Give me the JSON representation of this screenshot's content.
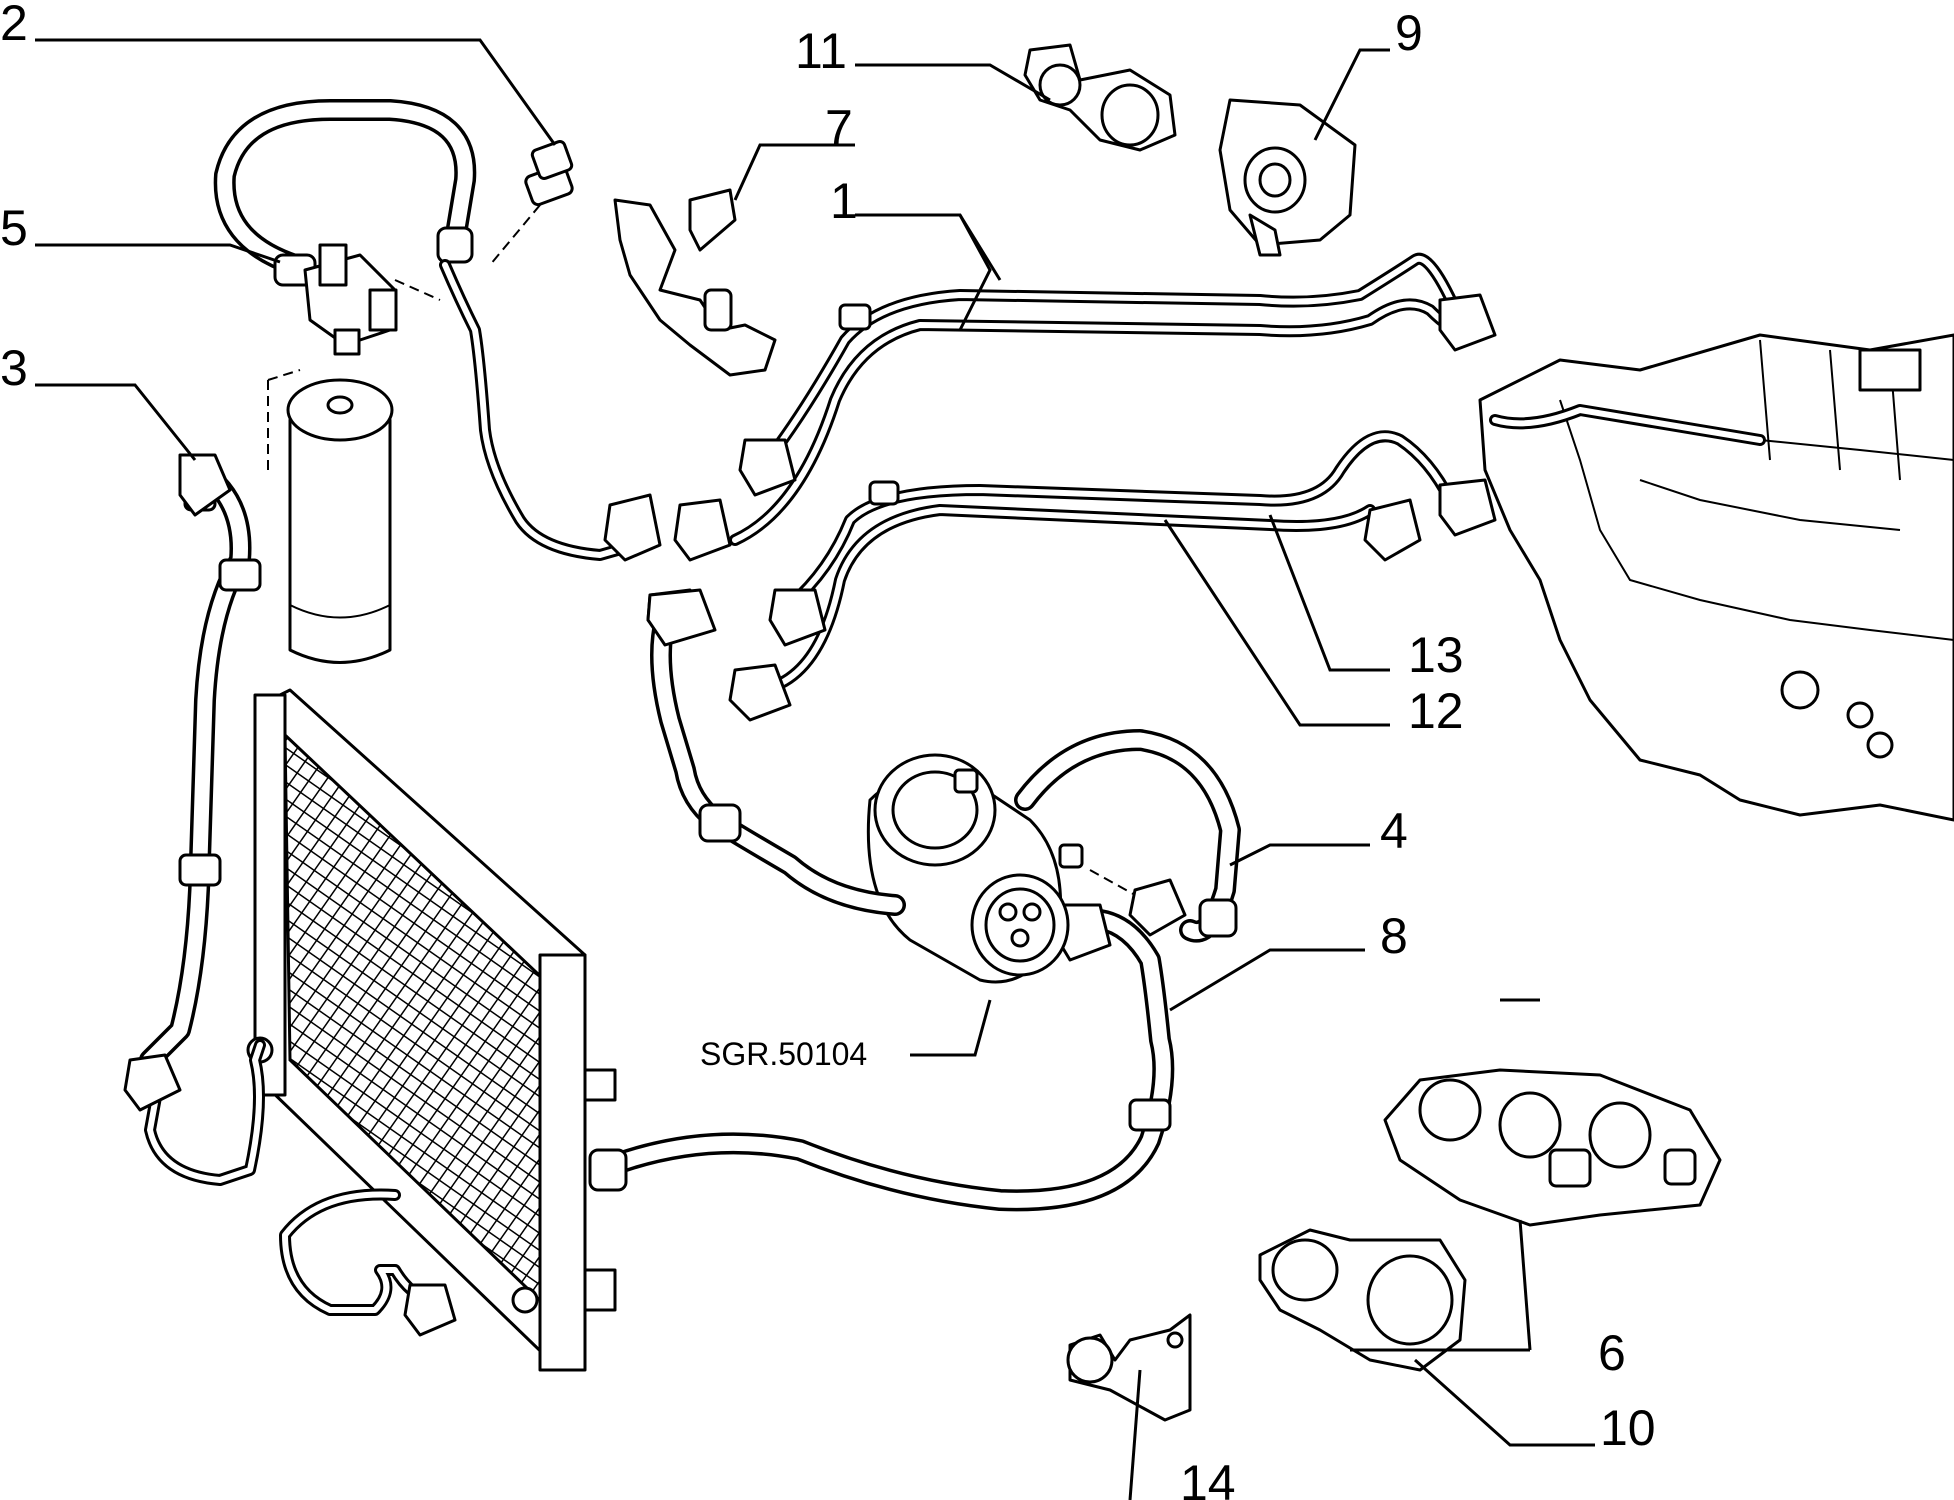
{
  "diagram": {
    "reference_code": "SGR.50104",
    "callouts": [
      "1",
      "2",
      "3",
      "4",
      "5",
      "6",
      "7",
      "8",
      "9",
      "10",
      "11",
      "12",
      "13",
      "14"
    ]
  }
}
